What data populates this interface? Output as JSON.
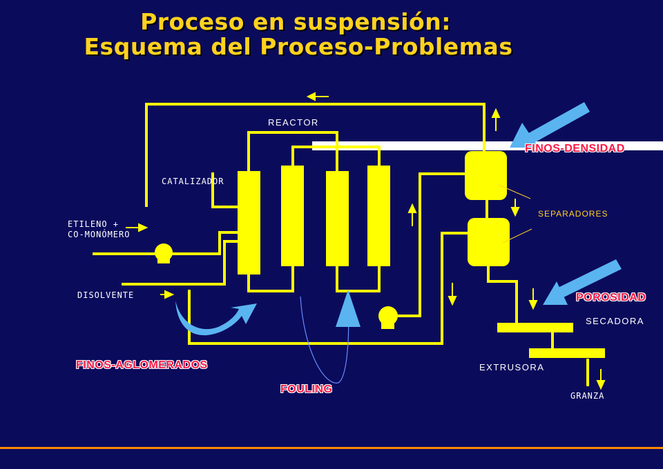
{
  "title": {
    "line1": "Proceso en suspensión:",
    "line2": "Esquema del Proceso-Problemas"
  },
  "labels": {
    "reactor": "REACTOR",
    "catalizador": "CATALIZADOR",
    "etileno": "ETILENO +\nCO-MONÓMERO",
    "disolvente": "DISOLVENTE",
    "separadores": "SEPARADORES",
    "secadora": "SECADORA",
    "extrusora": "EXTRUSORA",
    "granza": "GRANZA"
  },
  "problems": {
    "finos_densidad": "FINOS-DENSIDAD",
    "porosidad": "POROSIDAD",
    "finos_aglomerados": "FINOS-AGLOMERADOS",
    "fouling": "FOULING"
  },
  "colors": {
    "background": "#0b0b5c",
    "equipment": "#ffff00",
    "problem_text": "#ff1744",
    "problem_arrow": "#5ab4f0",
    "title": "#ffd21e",
    "accent_line": "#ff8a00"
  }
}
